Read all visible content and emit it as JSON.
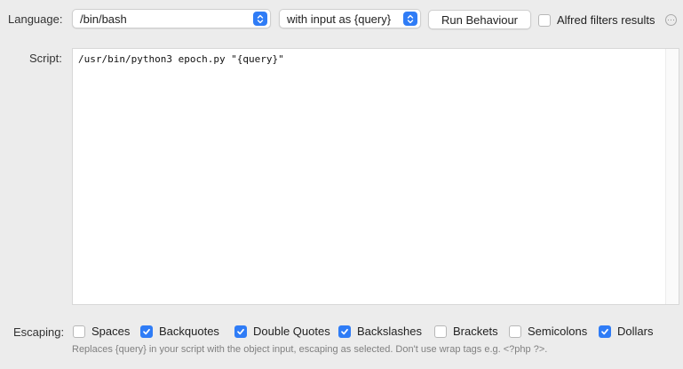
{
  "language": {
    "label": "Language:",
    "selected": "/bin/bash"
  },
  "input_mode": {
    "selected": "with input as {query}"
  },
  "run_behaviour_button": "Run Behaviour",
  "alfred_filters": {
    "label": "Alfred filters results",
    "checked": false
  },
  "script": {
    "label": "Script:",
    "content": "/usr/bin/python3 epoch.py \"{query}\""
  },
  "escaping": {
    "label": "Escaping:",
    "options": [
      {
        "label": "Spaces",
        "checked": false
      },
      {
        "label": "Backquotes",
        "checked": true
      },
      {
        "label": "Double Quotes",
        "checked": true
      },
      {
        "label": "Backslashes",
        "checked": true
      },
      {
        "label": "Brackets",
        "checked": false
      },
      {
        "label": "Semicolons",
        "checked": false
      },
      {
        "label": "Dollars",
        "checked": true
      }
    ],
    "help": "Replaces {query} in your script with the object input, escaping as selected. Don't use wrap tags e.g. <?php ?>."
  },
  "colors": {
    "accent": "#2f7cf6",
    "background": "#ececec"
  }
}
